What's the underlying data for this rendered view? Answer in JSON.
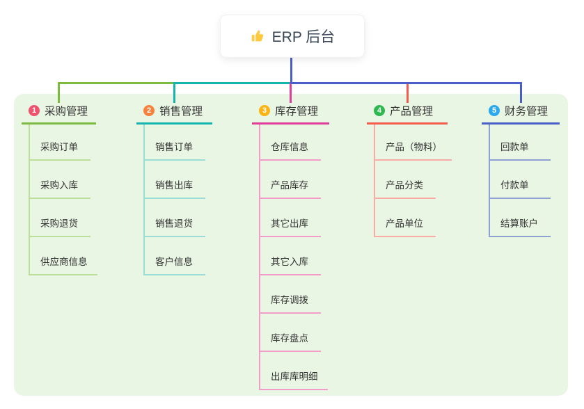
{
  "root": {
    "label": "ERP 后台",
    "icon": "thumbs-up"
  },
  "branches": [
    {
      "badge": "1",
      "label": "采购管理",
      "color": "#7CBB3F",
      "light_color": "#BCDF9A",
      "badge_color": "#F1536E",
      "children": [
        "采购订单",
        "采购入库",
        "采购退货",
        "供应商信息"
      ]
    },
    {
      "badge": "2",
      "label": "销售管理",
      "color": "#14B5AE",
      "light_color": "#9ADED7",
      "badge_color": "#F8823B",
      "children": [
        "销售订单",
        "销售出库",
        "销售退货",
        "客户信息"
      ]
    },
    {
      "badge": "3",
      "label": "库存管理",
      "color": "#DF3D97",
      "light_color": "#F29CC9",
      "badge_color": "#FCB315",
      "children": [
        "仓库信息",
        "产品库存",
        "其它出库",
        "其它入库",
        "库存调拨",
        "库存盘点",
        "出库库明细"
      ]
    },
    {
      "badge": "4",
      "label": "产品管理",
      "color": "#F25B4E",
      "light_color": "#F8ACA5",
      "badge_color": "#2EB850",
      "children": [
        "产品（物料）",
        "产品分类",
        "产品单位"
      ]
    },
    {
      "badge": "5",
      "label": "财务管理",
      "color": "#4A5EC8",
      "light_color": "#8FA0D2",
      "badge_color": "#2BA9EF",
      "children": [
        "回款单",
        "付款单",
        "结算账户"
      ]
    }
  ],
  "colors": {
    "canvas_bg": "#FFFFFF",
    "panel_bg": "#E9F6E4",
    "root_stem": "#4A5EC8",
    "text": "#333333",
    "root_text": "#3A4757"
  }
}
